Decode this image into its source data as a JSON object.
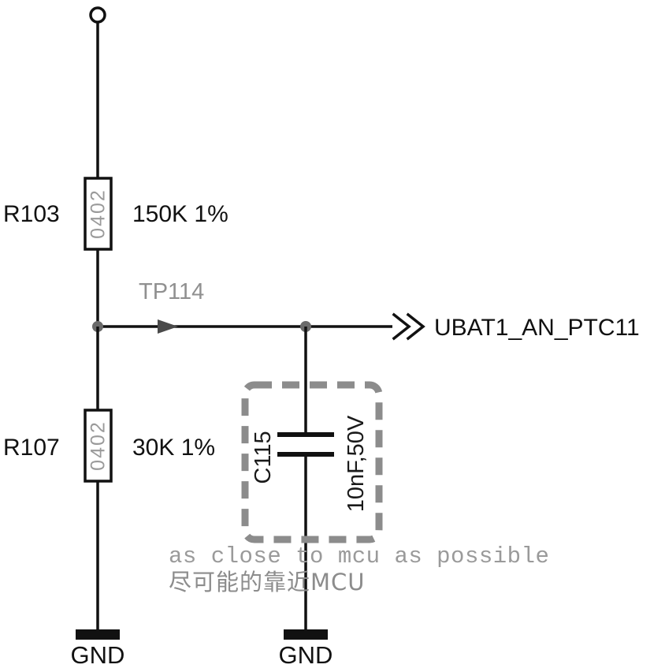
{
  "schematic": {
    "r103": {
      "ref": "R103",
      "package": "0402",
      "value": "150K 1%"
    },
    "r107": {
      "ref": "R107",
      "package": "0402",
      "value": "30K 1%"
    },
    "c115": {
      "ref": "C115",
      "value": "10nF,50V"
    },
    "tp114_label": "TP114",
    "net_label": "UBAT1_AN_PTC11",
    "gnd_left": "GND",
    "gnd_right": "GND",
    "note_en": "as close to mcu as possible",
    "note_zh": "尽可能的靠近MCU",
    "colors": {
      "wire": "#111111",
      "junction_gray": "#6a6a6a",
      "dashed_box_gray": "#8c8c8c",
      "annotation_gray": "#9a9a9a",
      "package_text_gray": "#9a9a9a"
    }
  }
}
